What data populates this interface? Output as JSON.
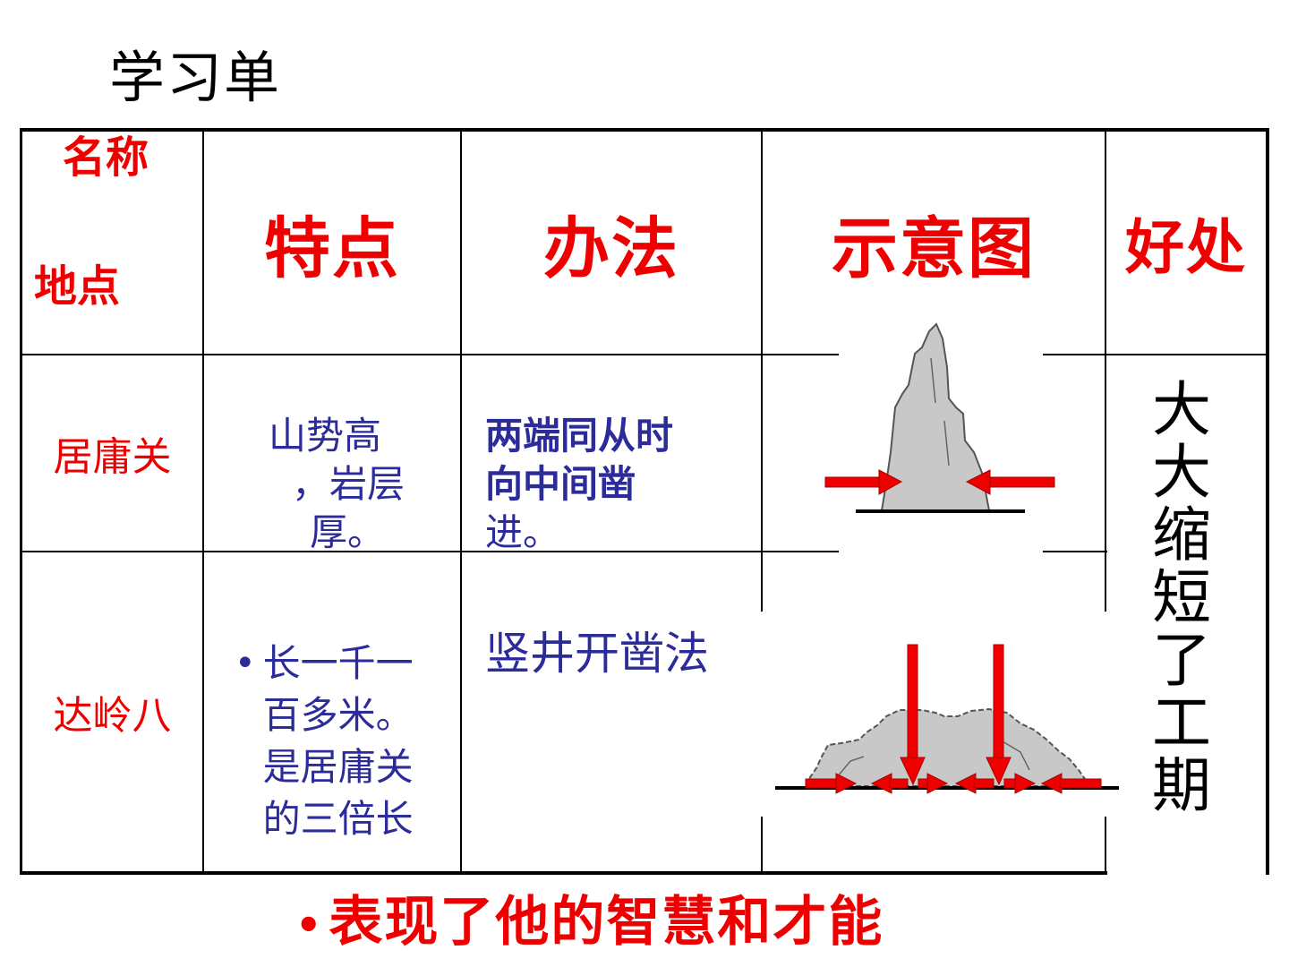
{
  "title": "学习单",
  "header": {
    "corner_top": "名称",
    "corner_bottom": "地点",
    "col1": "特点",
    "col2": "办法",
    "col3": "示意图",
    "col4": "好处"
  },
  "rows": [
    {
      "place": "居庸关",
      "feature_line1": "山势高",
      "feature_line2": "，岩层",
      "feature_line3": "厚。",
      "method_line1": "两端同从时",
      "method_line2": "向中间凿",
      "method_line3": "进。"
    },
    {
      "place": "达岭八",
      "feature_bullet": "•",
      "feature_line1": "长一千一",
      "feature_line2": "百多米。",
      "feature_line3": "是居庸关",
      "feature_line4": "的三倍长",
      "method": "竖井开凿法"
    }
  ],
  "benefit": "大大缩短了工期",
  "summary_bullet": "•",
  "summary": "表现了他的智慧和才能",
  "colors": {
    "accent_red": "#ee0000",
    "text_blue": "#2b2b9a",
    "mountain_gray": "#c8c8c8",
    "arrow_red": "#ee0000"
  }
}
